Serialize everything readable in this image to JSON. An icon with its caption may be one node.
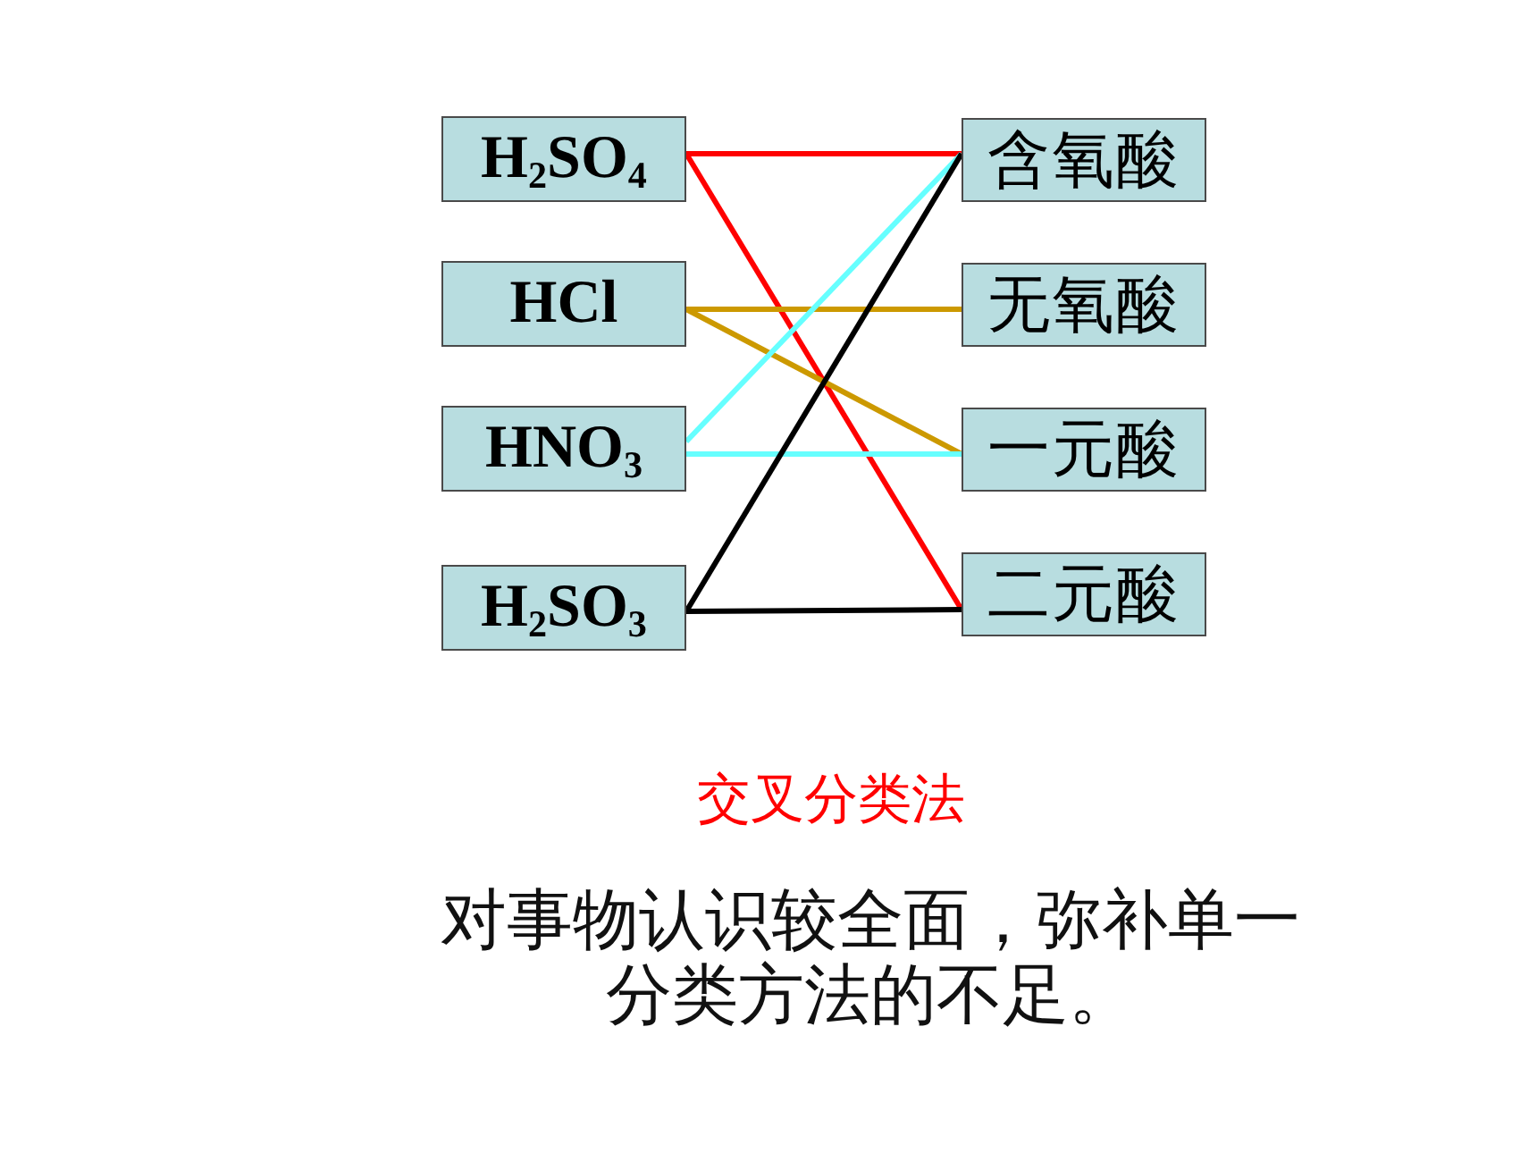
{
  "diagram": {
    "nodes": [
      {
        "text": [
          "H$_{2}$SO$_{4}$"
        ]
      },
      {
        "text": [
          "HCl"
        ]
      },
      {
        "text": [
          "HNO$_{3}$"
        ]
      },
      {
        "text": [
          "H$_{2}$SO$_{3}$"
        ]
      },
      {
        "text": [
          "含氧酸"
        ]
      },
      {
        "text": [
          "无氧酸"
        ]
      },
      {
        "text": [
          "一元酸"
        ]
      },
      {
        "text": [
          "二元酸"
        ]
      }
    ],
    "edges": [
      {
        "from": 0,
        "to": 4,
        "arrow": "none",
        "color": "#ff0000"
      },
      {
        "from": 0,
        "to": 7,
        "arrow": "none",
        "color": "#ff0000"
      },
      {
        "from": 1,
        "to": 5,
        "arrow": "none",
        "color": "#cc9900"
      },
      {
        "from": 1,
        "to": 6,
        "arrow": "none",
        "color": "#cc9900"
      },
      {
        "from": 2,
        "to": 4,
        "arrow": "none",
        "color": "#66ffff"
      },
      {
        "from": 2,
        "to": 6,
        "arrow": "none",
        "color": "#66ffff"
      },
      {
        "from": 3,
        "to": 4,
        "arrow": "none",
        "color": "#000000"
      },
      {
        "from": 3,
        "to": 7,
        "arrow": "none",
        "color": "#000000"
      }
    ],
    "labels": [
      "交叉分类法",
      "对事物认识较全面，弥补单一分类方法的不足。"
    ]
  }
}
